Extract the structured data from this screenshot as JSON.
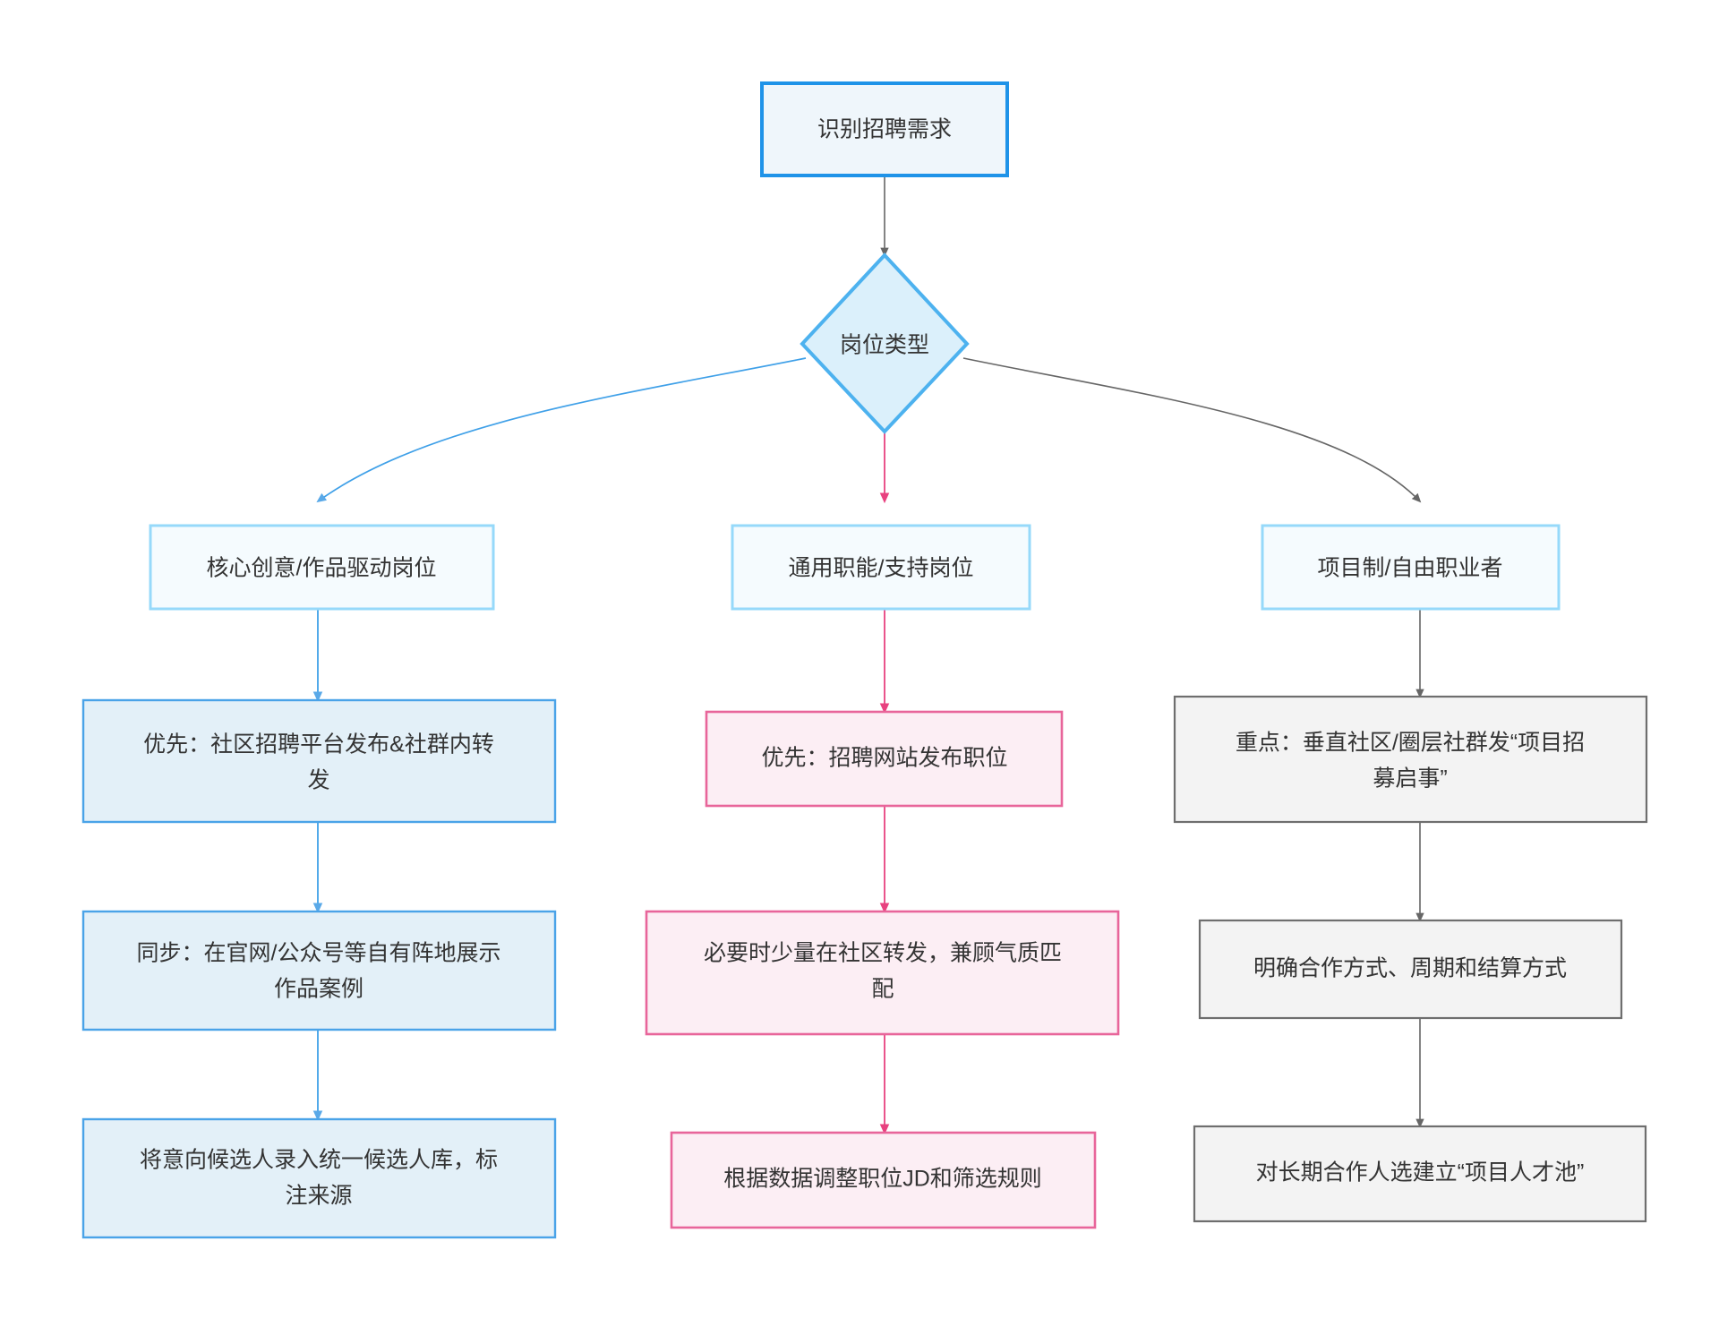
{
  "diagram": {
    "type": "flowchart",
    "direction": "top-down",
    "title_text": "",
    "colors": {
      "start_border": "#1f93e8",
      "start_fill": "#eff6fb",
      "decision_border": "#4db2ef",
      "decision_fill": "#dbf0fb",
      "branch_border": "#96d9fa",
      "branch_fill": "#f5fbfe",
      "blue_border": "#4aa3e8",
      "blue_fill": "#e3f0f8",
      "pink_border": "#e8659a",
      "pink_fill": "#fceef4",
      "gray_border": "#6e6e6e",
      "gray_fill": "#f3f3f3",
      "edge_blue": "#3fa0e8",
      "edge_pink": "#e8417f",
      "edge_gray": "#555555",
      "text": "#333333"
    },
    "nodes": {
      "start": {
        "id": "start",
        "label": "识别招聘需求",
        "shape": "rectangle",
        "style": "start"
      },
      "decision": {
        "id": "decision",
        "label": "岗位类型",
        "shape": "diamond",
        "style": "decision"
      },
      "branch_left": {
        "id": "branch-left",
        "label": "核心创意/作品驱动岗位",
        "shape": "rectangle",
        "style": "branch"
      },
      "branch_mid": {
        "id": "branch-mid",
        "label": "通用职能/支持岗位",
        "shape": "rectangle",
        "style": "branch"
      },
      "branch_right": {
        "id": "branch-right",
        "label": "项目制/自由职业者",
        "shape": "rectangle",
        "style": "branch"
      },
      "left_1": {
        "id": "left-step-1",
        "line1": "优先：社区招聘平台发布&社群内转",
        "line2": "发",
        "style": "blue"
      },
      "left_2": {
        "id": "left-step-2",
        "line1": "同步：在官网/公众号等自有阵地展示",
        "line2": "作品案例",
        "style": "blue"
      },
      "left_3": {
        "id": "left-step-3",
        "line1": "将意向候选人录入统一候选人库，标",
        "line2": "注来源",
        "style": "blue"
      },
      "mid_1": {
        "id": "mid-step-1",
        "line1": "优先：招聘网站发布职位",
        "line2": "",
        "style": "pink"
      },
      "mid_2": {
        "id": "mid-step-2",
        "line1": "必要时少量在社区转发，兼顾气质匹",
        "line2": "配",
        "style": "pink"
      },
      "mid_3": {
        "id": "mid-step-3",
        "line1": "根据数据调整职位JD和筛选规则",
        "line2": "",
        "style": "pink"
      },
      "right_1": {
        "id": "right-step-1",
        "line1": "重点：垂直社区/圈层社群发“项目招",
        "line2": "募启事”",
        "style": "gray"
      },
      "right_2": {
        "id": "right-step-2",
        "line1": "明确合作方式、周期和结算方式",
        "line2": "",
        "style": "gray"
      },
      "right_3": {
        "id": "right-step-3",
        "line1": "对长期合作人选建立“项目人才池”",
        "line2": "",
        "style": "gray"
      }
    },
    "edges": [
      {
        "from": "start",
        "to": "decision",
        "color": "gray",
        "label": ""
      },
      {
        "from": "decision",
        "to": "branch_left",
        "color": "blue",
        "label": ""
      },
      {
        "from": "decision",
        "to": "branch_mid",
        "color": "pink",
        "label": ""
      },
      {
        "from": "decision",
        "to": "branch_right",
        "color": "gray",
        "label": ""
      },
      {
        "from": "branch_left",
        "to": "left_1",
        "color": "blue",
        "label": ""
      },
      {
        "from": "left_1",
        "to": "left_2",
        "color": "blue",
        "label": ""
      },
      {
        "from": "left_2",
        "to": "left_3",
        "color": "blue",
        "label": ""
      },
      {
        "from": "branch_mid",
        "to": "mid_1",
        "color": "pink",
        "label": ""
      },
      {
        "from": "mid_1",
        "to": "mid_2",
        "color": "pink",
        "label": ""
      },
      {
        "from": "mid_2",
        "to": "mid_3",
        "color": "pink",
        "label": ""
      },
      {
        "from": "branch_right",
        "to": "right_1",
        "color": "gray",
        "label": ""
      },
      {
        "from": "right_1",
        "to": "right_2",
        "color": "gray",
        "label": ""
      },
      {
        "from": "right_2",
        "to": "right_3",
        "color": "gray",
        "label": ""
      }
    ]
  }
}
